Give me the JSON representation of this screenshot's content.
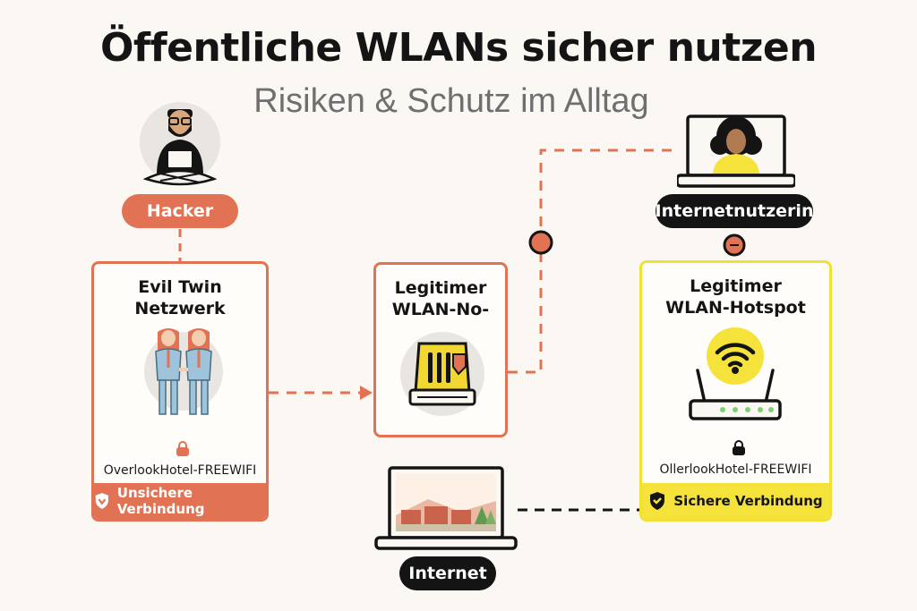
{
  "header": {
    "title": "Öffentliche WLANs sicher nutzen",
    "subtitle": "Risiken & Schutz im Alltag"
  },
  "actors": {
    "hacker": {
      "label": "Hacker",
      "icon": "hacker-with-laptop-icon"
    },
    "user": {
      "label": "Internetnutzerin",
      "icon": "woman-at-laptop-icon"
    },
    "internet": {
      "label": "Internet",
      "icon": "laptop-landscape-icon"
    }
  },
  "cards": {
    "evil_twin": {
      "title_line1": "Evil Twin",
      "title_line2": "Netzwerk",
      "ssid": "OverlookHotel-FREEWIFI",
      "status": "Unsichere Verbindung",
      "icon": "twins-icon"
    },
    "middle": {
      "title_line1": "Legitimer",
      "title_line2": "WLAN-No-",
      "icon": "router-device-icon"
    },
    "hotspot": {
      "title_line1": "Legitimer",
      "title_line2": "WLAN-Hotspot",
      "ssid": "OllerlookHotel-FREEWIFI",
      "status": "Sichere Verbindung",
      "icon": "wifi-router-icon"
    }
  },
  "colors": {
    "orange": "#e27254",
    "yellow": "#f5e23a",
    "black": "#141414",
    "background": "#fbf8f3"
  }
}
